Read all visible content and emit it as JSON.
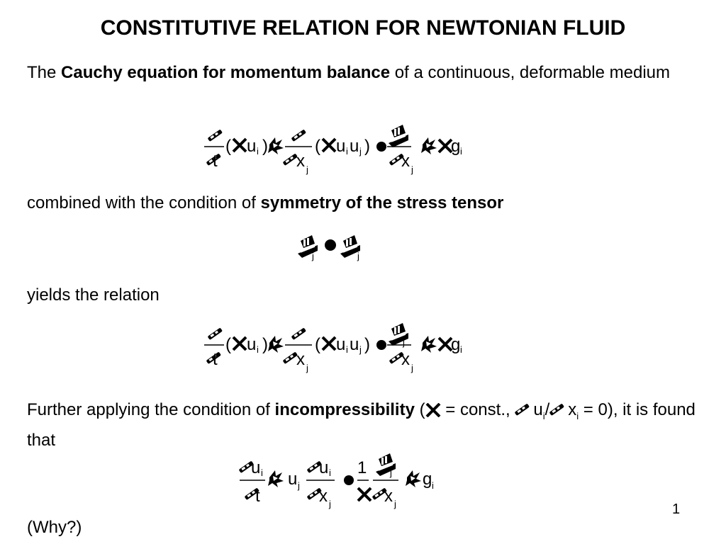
{
  "slide": {
    "title": "CONSTITUTIVE RELATION FOR NEWTONIAN FLUID",
    "page_number": "1"
  },
  "text": {
    "p1_a": "The ",
    "p1_bold": "Cauchy equation for momentum balance",
    "p1_b": " of a continuous, deformable medium",
    "p2_a": "combined with the condition of ",
    "p2_bold": "symmetry of the stress tensor",
    "p3": "yields the relation",
    "p4_a": "Further applying the condition of ",
    "p4_bold": "incompressibility",
    "p4_b": " (",
    "p4_c": " = const., ",
    "p4_u": "u",
    "p4_i1": "i",
    "p4_slash": "/",
    "p4_x": "x",
    "p4_i2": "i",
    "p4_d": " = 0), it is found that",
    "p5": "(Why?)"
  },
  "symbols": {
    "u": "u",
    "g": "g",
    "x": "x",
    "t": "t",
    "i": "i",
    "j": "j",
    "lparen": "(",
    "rparen": ")",
    "bullet": "●",
    "one": "1"
  },
  "icons": {
    "partial": "pencil-glyph-icon",
    "rho": "cross-glyph-icon",
    "plus": "star-glyph-icon",
    "equals": "bullet-glyph-icon",
    "tau": "ship-glyph-icon"
  }
}
